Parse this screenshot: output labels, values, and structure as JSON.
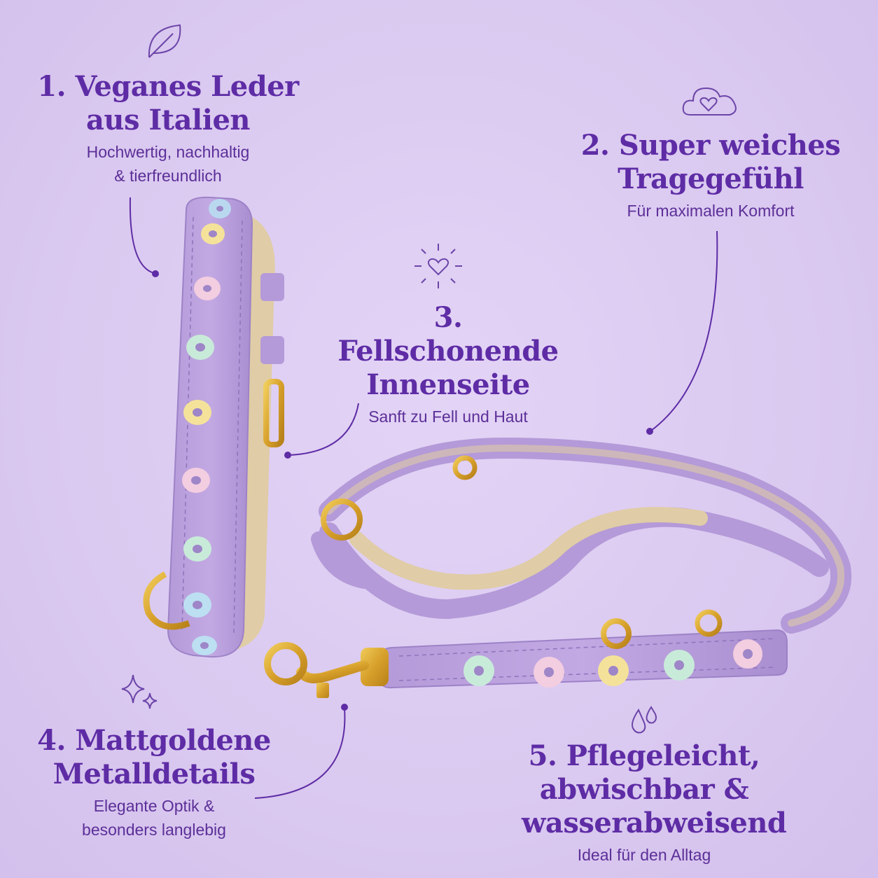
{
  "features": [
    {
      "number": "1.",
      "title_line1": "Veganes Leder",
      "title_line2": "aus Italien",
      "subtitle_line1": "Hochwertig, nachhaltig",
      "subtitle_line2": "& tierfreundlich",
      "icon": "leaf-icon"
    },
    {
      "number": "2.",
      "title_line1": "Super weiches",
      "title_line2": "Tragegefühl",
      "subtitle_line1": "Für maximalen Komfort",
      "icon": "cloud-heart-icon"
    },
    {
      "number": "3.",
      "title_line1": "Fellschonende",
      "title_line2": "Innenseite",
      "subtitle_line1": "Sanft zu Fell und Haut",
      "icon": "sparkle-heart-icon"
    },
    {
      "number": "4.",
      "title_line1": "Mattgoldene",
      "title_line2": "Metalldetails",
      "subtitle_line1": "Elegante Optik &",
      "subtitle_line2": "besonders langlebig",
      "icon": "sparkles-icon"
    },
    {
      "number": "5.",
      "title_line1": "Pflegeleicht,",
      "title_line2": "abwischbar &",
      "title_line3": "wasserabweisend",
      "subtitle_line1": "Ideal für den Alltag",
      "icon": "water-drops-icon"
    }
  ],
  "colors": {
    "background": "#dccbf1",
    "accent": "#5e2ca5",
    "leather": "#b9a0dc",
    "inner": "#e0cca6",
    "gold": "#d6a531"
  }
}
